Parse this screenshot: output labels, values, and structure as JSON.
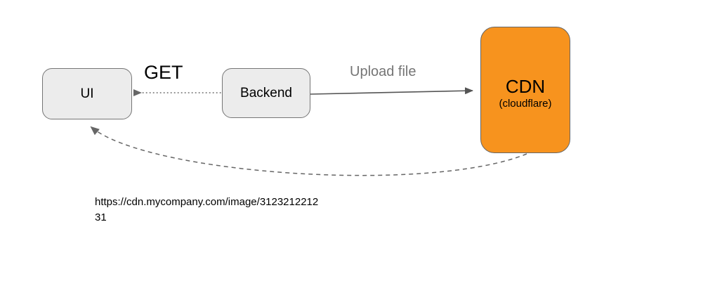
{
  "diagram": {
    "nodes": {
      "ui": {
        "label": "UI"
      },
      "backend": {
        "label": "Backend"
      },
      "cdn": {
        "title": "CDN",
        "subtitle": "(cloudflare)"
      }
    },
    "edges": {
      "backend_to_ui": {
        "label": "GET",
        "style": "dotted-arrow"
      },
      "backend_to_cdn": {
        "label": "Upload file",
        "style": "solid-arrow"
      },
      "cdn_to_ui": {
        "label": "",
        "style": "dashed-curved-arrow"
      }
    },
    "url_caption": {
      "line1": "https://cdn.mycompany.com/image/3123212212",
      "line2": "31"
    }
  },
  "colors": {
    "node_fill": "#ececec",
    "node_border": "#757575",
    "cdn_fill": "#f7931e",
    "arrow_solid": "#555555",
    "arrow_dashed": "#666666",
    "label_gray": "#757575",
    "text": "#000000",
    "background": "#ffffff"
  }
}
